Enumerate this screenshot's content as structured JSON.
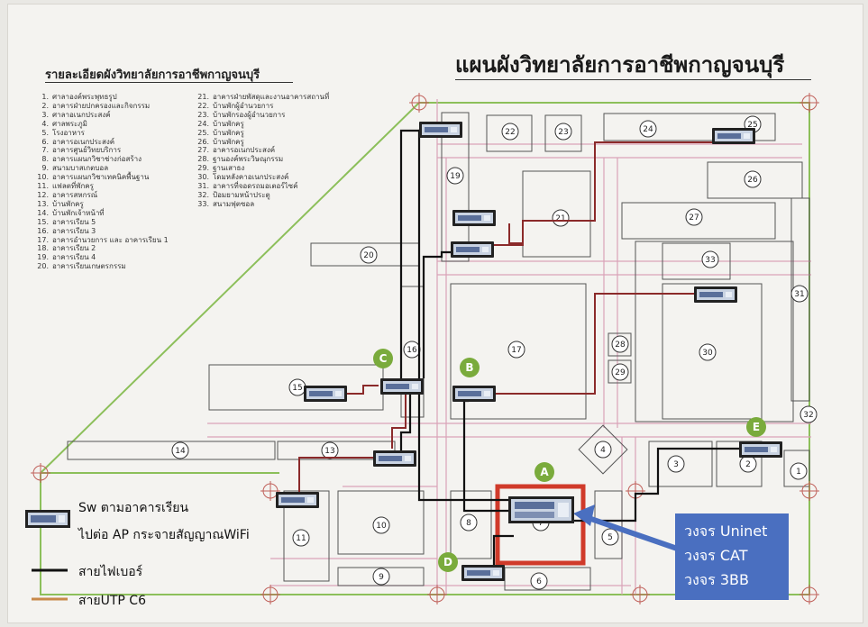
{
  "title": "แผนผังวิทยาลัยการอาชีพกาญจนบุรี",
  "detail_title": "รายละเอียดผังวิทยาลัยการอาชีพกาญจนบุรี",
  "buildings_left": [
    {
      "n": "1.",
      "name": "ศาลาองค์พระพุทธรูป"
    },
    {
      "n": "2.",
      "name": "อาคารฝ่ายปกครองและกิจกรรม"
    },
    {
      "n": "3.",
      "name": "ศาลาอเนกประสงค์"
    },
    {
      "n": "4.",
      "name": "ศาลพระภูมิ"
    },
    {
      "n": "5.",
      "name": "โรงอาหาร"
    },
    {
      "n": "6.",
      "name": "อาคารอเนกประสงค์"
    },
    {
      "n": "7.",
      "name": "อาคารศูนย์วิทยบริการ"
    },
    {
      "n": "8.",
      "name": "อาคารแผนกวิชาช่างก่อสร้าง"
    },
    {
      "n": "9.",
      "name": "สนามบาสเกตบอล"
    },
    {
      "n": "10.",
      "name": "อาคารแผนกวิชาเทคนิคพื้นฐาน"
    },
    {
      "n": "11.",
      "name": "แฟลตที่พักครู"
    },
    {
      "n": "12.",
      "name": "อาคารสหกรณ์"
    },
    {
      "n": "13.",
      "name": "บ้านพักครู"
    },
    {
      "n": "14.",
      "name": "บ้านพักเจ้าหน้าที่"
    },
    {
      "n": "15.",
      "name": "อาคารเรียน 5"
    },
    {
      "n": "16.",
      "name": "อาคารเรียน 3"
    },
    {
      "n": "17.",
      "name": "อาคารอำนวยการ และ อาคารเรียน 1"
    },
    {
      "n": "18.",
      "name": "อาคารเรียน 2"
    },
    {
      "n": "19.",
      "name": "อาคารเรียน 4"
    },
    {
      "n": "20.",
      "name": "อาคารเรียนเกษตรกรรม"
    }
  ],
  "buildings_right": [
    {
      "n": "21.",
      "name": "อาคารฝ่ายพัสดุและงานอาคารสถานที่"
    },
    {
      "n": "22.",
      "name": "บ้านพักผู้อำนวยการ"
    },
    {
      "n": "23.",
      "name": "บ้านพักรองผู้อำนวยการ"
    },
    {
      "n": "24.",
      "name": "บ้านพักครู"
    },
    {
      "n": "25.",
      "name": "บ้านพักครู"
    },
    {
      "n": "26.",
      "name": "บ้านพักครู"
    },
    {
      "n": "27.",
      "name": "อาคารอเนกประสงค์"
    },
    {
      "n": "28.",
      "name": "ฐานองค์พระวิษณุกรรม"
    },
    {
      "n": "29.",
      "name": "ฐานเสาธง"
    },
    {
      "n": "30.",
      "name": "โดมหลังคาอเนกประสงค์"
    },
    {
      "n": "31.",
      "name": "อาคารที่จอดรถมอเตอร์ไซค์"
    },
    {
      "n": "32.",
      "name": "ป้อมยามหน้าประตู"
    },
    {
      "n": "33.",
      "name": "สนามฟุตซอล"
    }
  ],
  "map_labels": [
    "1",
    "2",
    "3",
    "4",
    "5",
    "6",
    "7",
    "8",
    "9",
    "10",
    "11",
    "13",
    "14",
    "15",
    "16",
    "17",
    "19",
    "20",
    "21",
    "22",
    "23",
    "24",
    "25",
    "26",
    "27",
    "28",
    "29",
    "30",
    "31",
    "32",
    "33"
  ],
  "node_labels": [
    "A",
    "B",
    "C",
    "D",
    "E"
  ],
  "legend": {
    "switch_line1": "Sw ตามอาคารเรียน",
    "switch_line2": "ไปต่อ AP กระจายสัญญาณWiFi",
    "fiber": "สายไฟเบอร์",
    "utp": "สายUTP C6"
  },
  "isp": [
    "วงจร Uninet",
    "วงจร CAT",
    "วงจร 3BB"
  ],
  "colors": {
    "fiber": "#111111",
    "utp": "#8b2a2a",
    "node_green": "#7aab3c",
    "isp_blue": "#4a6fc0",
    "site_red": "#d03a2a",
    "road_pink": "#d9a3b8",
    "boundary_green": "#8cbf5a"
  }
}
